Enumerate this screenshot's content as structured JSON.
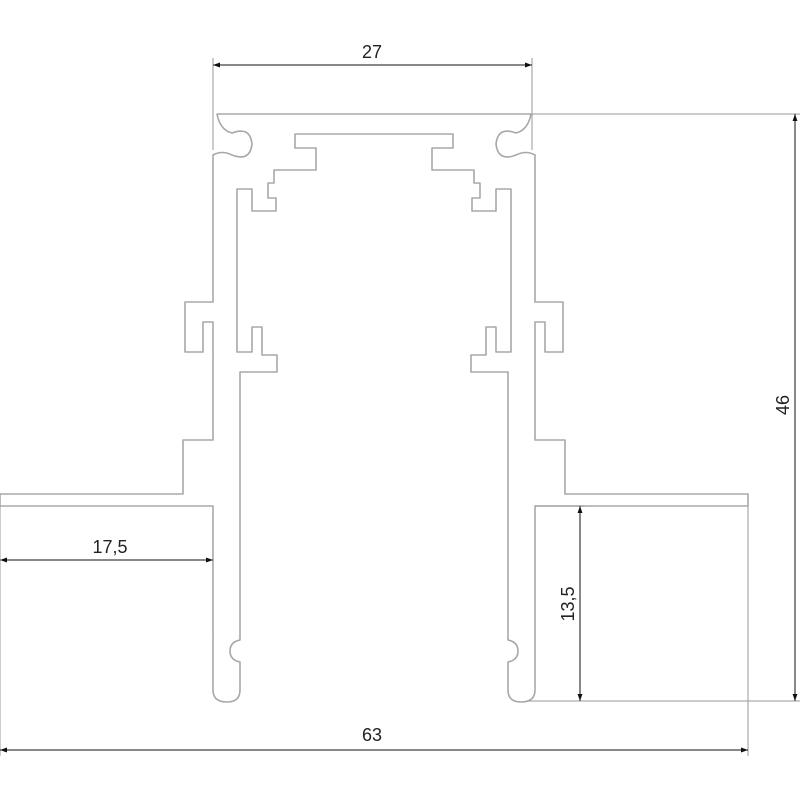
{
  "drawing": {
    "title": "Track profile cross-section",
    "dimensions": {
      "top_width": "27",
      "total_height": "46",
      "flange_width": "17,5",
      "leg_height": "13,5",
      "total_width": "63"
    },
    "colors": {
      "profile": "#a8a8a8",
      "dimension": "#111111"
    }
  }
}
